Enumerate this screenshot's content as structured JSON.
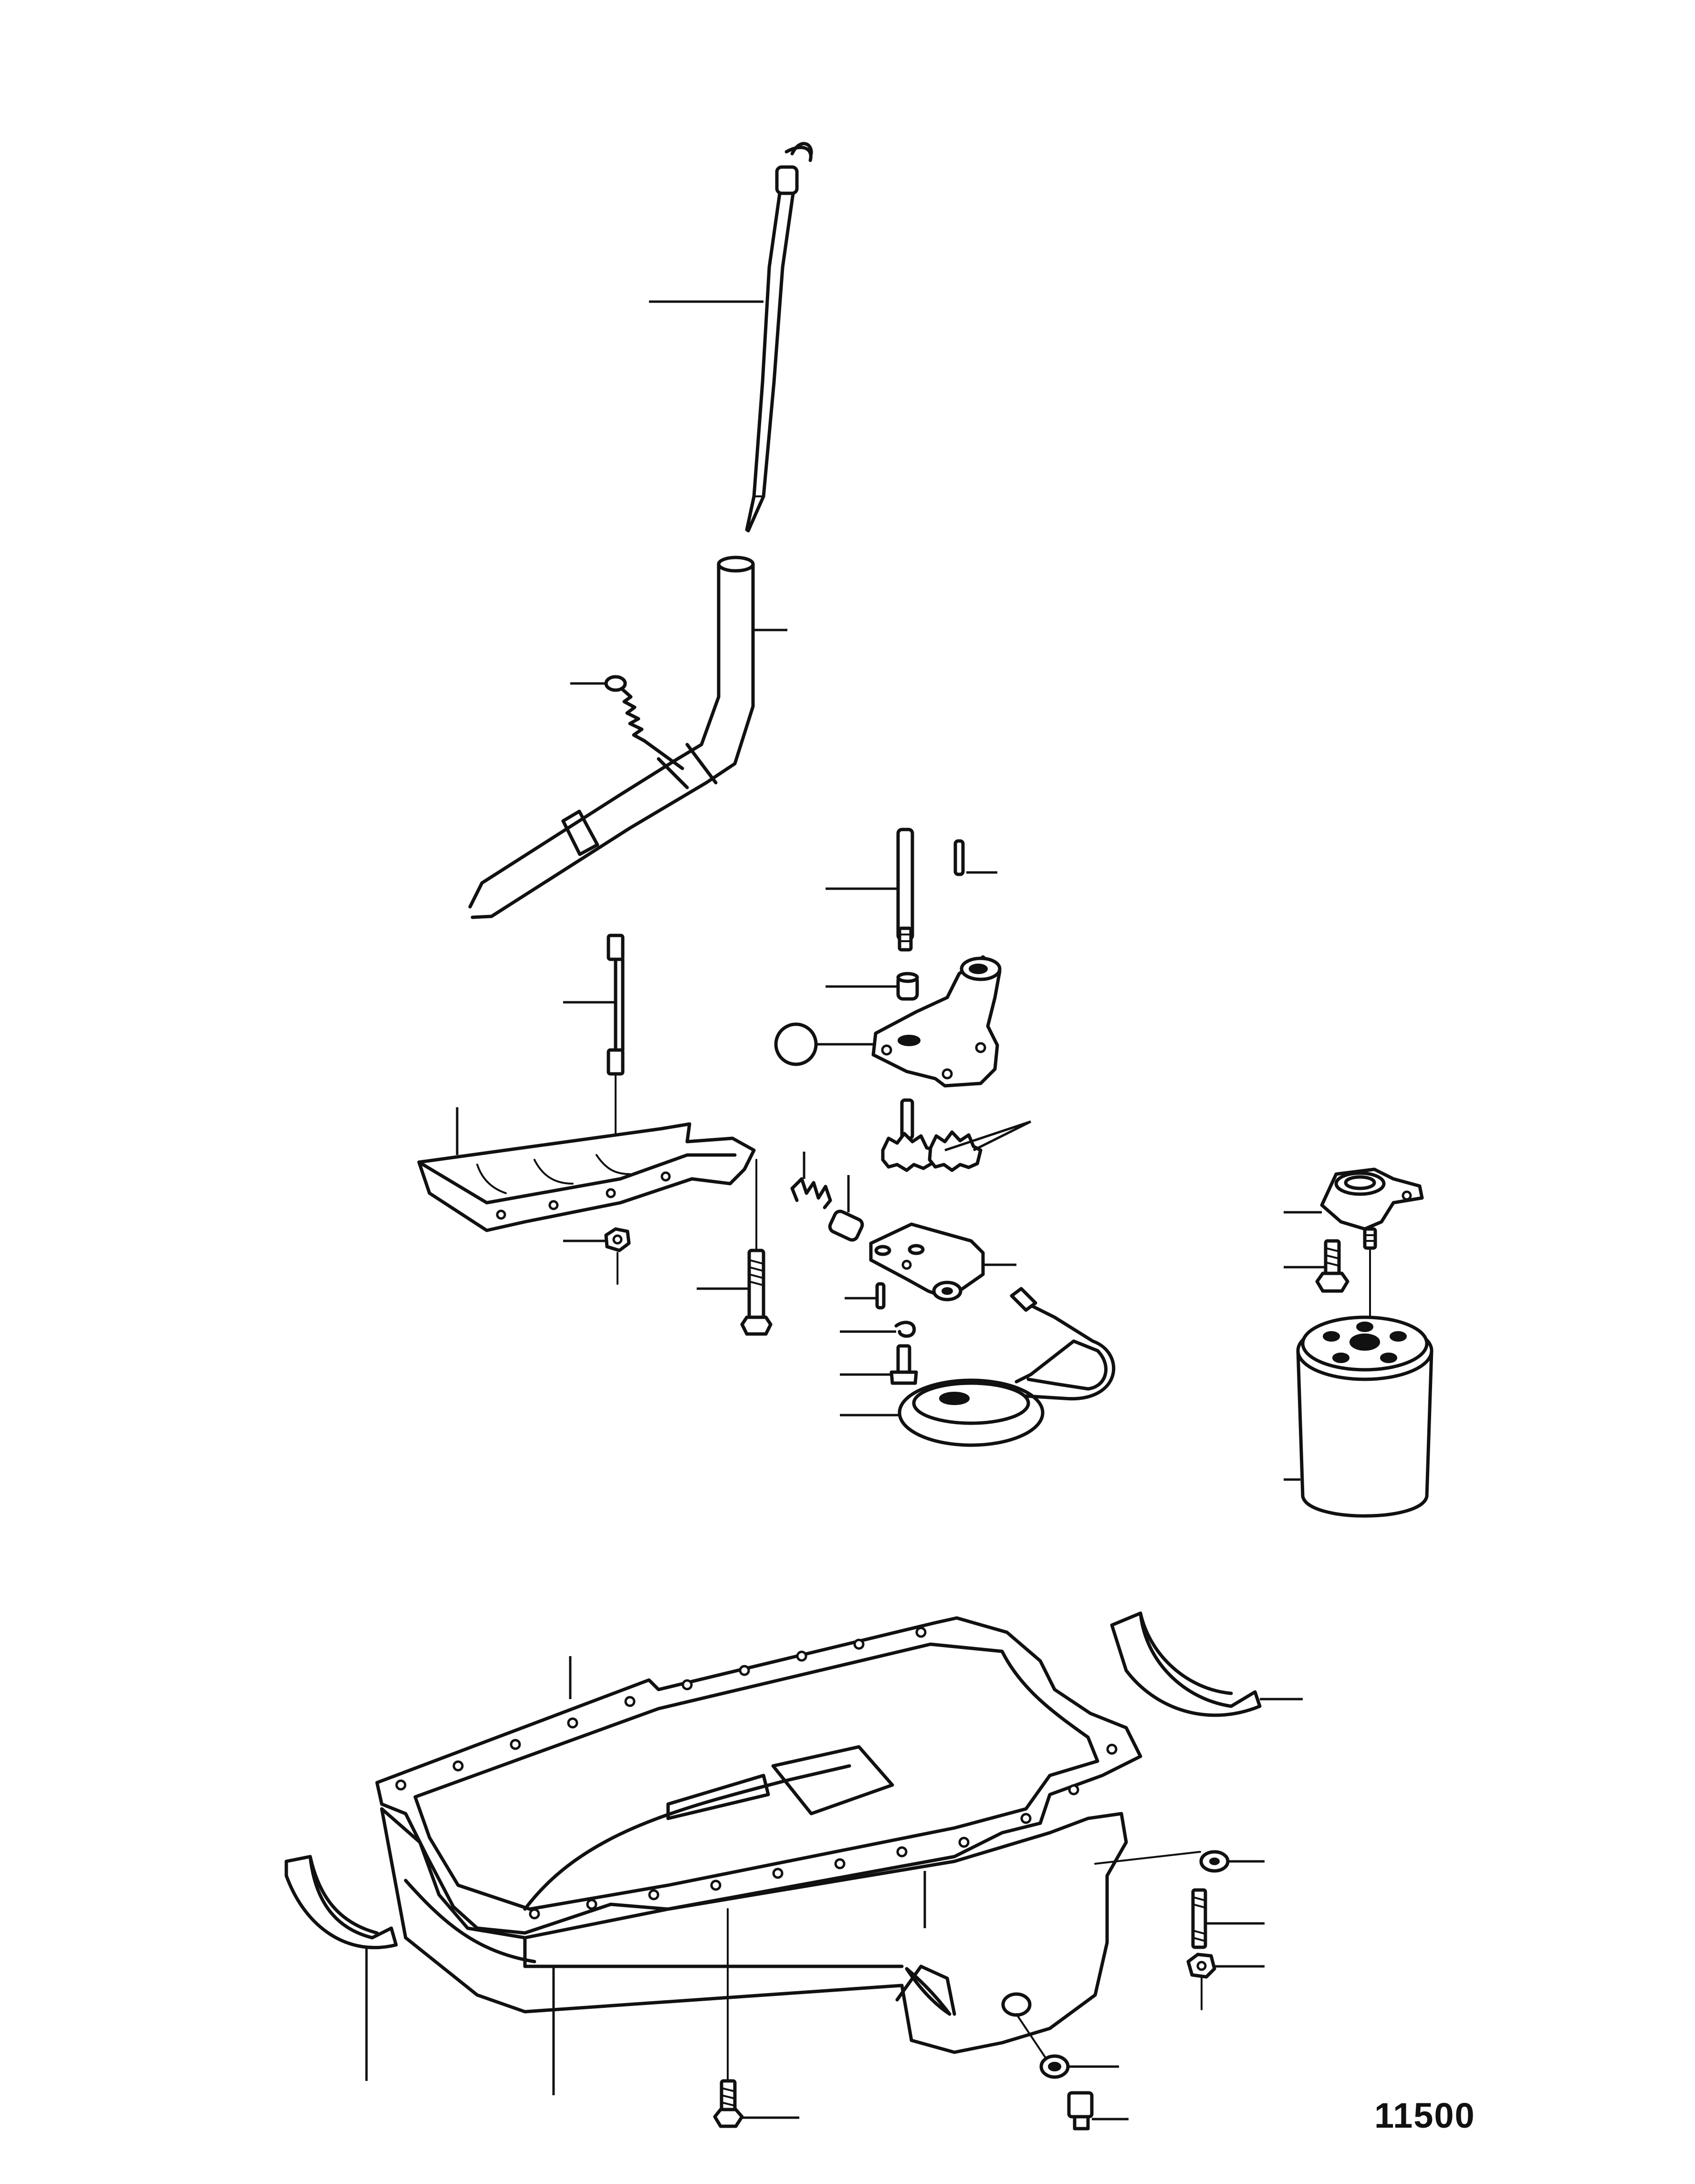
{
  "diagram": {
    "type": "exploded-parts-view",
    "figure_number": "11500",
    "line_color": "#111111",
    "background_color": "#ffffff",
    "parts": [
      "dipstick",
      "dipstick-tube",
      "tube-clamp-screw",
      "oil-pump-drive-shaft",
      "pin",
      "shaft-coupling",
      "pump-cover",
      "reference-circle",
      "pump-gears",
      "windage-tray-stud",
      "windage-tray",
      "nut",
      "tray-bolt",
      "relief-valve-spring",
      "relief-valve-plunger",
      "pump-body",
      "pump-pin",
      "retainer-clip",
      "pump-screw",
      "oil-pickup-screen",
      "oil-filter-adapter",
      "adapter-bolt",
      "oil-filter",
      "oil-pan-gasket",
      "rear-main-seal",
      "front-seal",
      "oil-pan",
      "washer",
      "pan-stud",
      "pan-nut",
      "pan-bolt",
      "drain-plug-washer",
      "drain-plug"
    ]
  }
}
